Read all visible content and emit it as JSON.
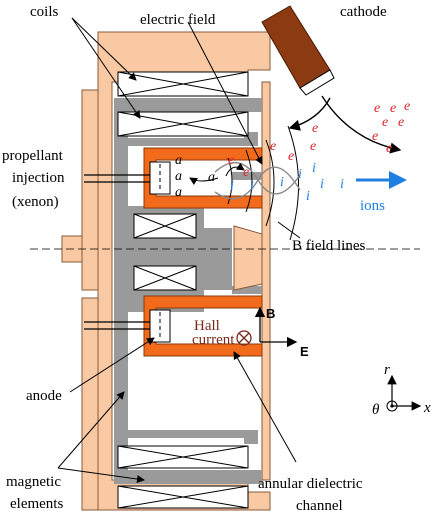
{
  "labels": {
    "coils": "coils",
    "electric_field": "electric field",
    "cathode": "cathode",
    "propellant_1": "propellant",
    "propellant_2": "injection",
    "propellant_3": "(xenon)",
    "ions": "ions",
    "b_field_lines": "B field lines",
    "hall_1": "Hall",
    "hall_2": "current",
    "anode": "anode",
    "magnetic_1": "magnetic",
    "magnetic_2": "elements",
    "channel_1": "annular dielectric",
    "channel_2": "channel",
    "axis_B": "B",
    "axis_E": "E",
    "coord_r": "r",
    "coord_x": "x",
    "coord_theta": "θ"
  },
  "particles": {
    "electron": "e",
    "ion": "i",
    "neutral": "a"
  },
  "colors": {
    "body": "#f9c9a3",
    "magnet": "#9a9a9a",
    "channel": "#f26a1b",
    "cathode": "#8b3a12",
    "electron": "#e0262b",
    "ion": "#1f7fe0",
    "hall_text": "#7a2a1a"
  }
}
